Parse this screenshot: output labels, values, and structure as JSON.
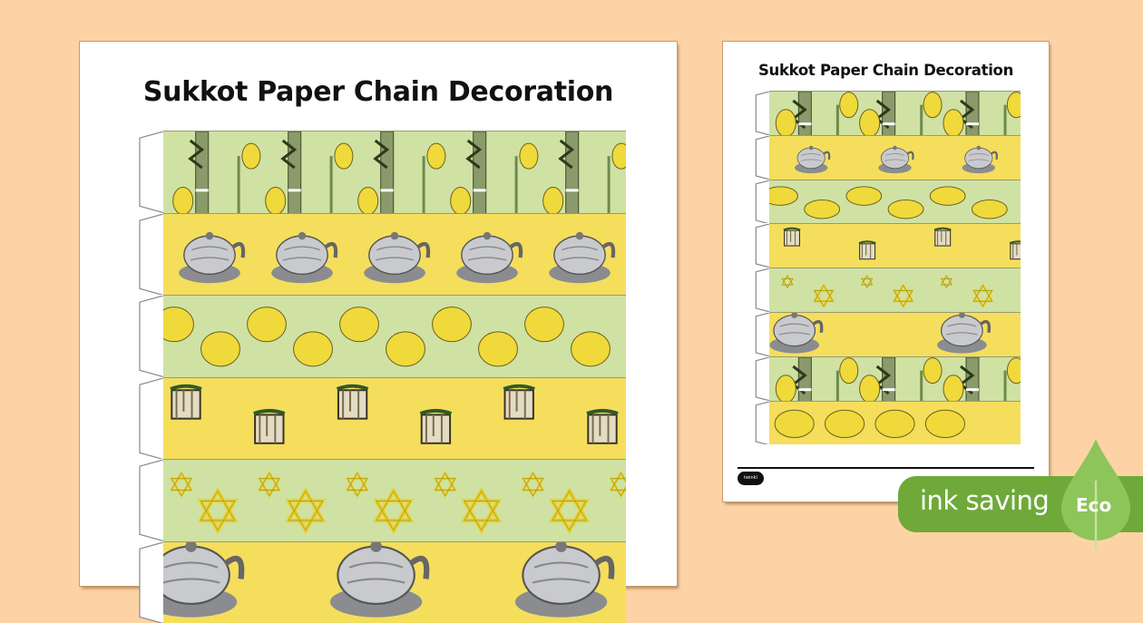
{
  "large_page": {
    "title": "Sukkot Paper Chain Decoration",
    "strips": [
      {
        "pattern": "lulav-and-etrog",
        "color": "green"
      },
      {
        "pattern": "silver-etrog-box",
        "color": "yellow"
      },
      {
        "pattern": "etrog-fruits",
        "color": "green"
      },
      {
        "pattern": "sukkah-huts",
        "color": "yellow"
      },
      {
        "pattern": "star-of-david",
        "color": "green"
      },
      {
        "pattern": "silver-etrog-box-large",
        "color": "yellow"
      }
    ]
  },
  "small_page": {
    "title": "Sukkot Paper Chain Decoration",
    "strips": [
      {
        "pattern": "lulav-and-etrog",
        "color": "green"
      },
      {
        "pattern": "silver-etrog-box",
        "color": "yellow"
      },
      {
        "pattern": "etrog-fruits",
        "color": "green"
      },
      {
        "pattern": "sukkah-huts",
        "color": "yellow"
      },
      {
        "pattern": "star-of-david",
        "color": "green"
      },
      {
        "pattern": "silver-etrog-box-large",
        "color": "yellow"
      },
      {
        "pattern": "lulav-scattered",
        "color": "green"
      },
      {
        "pattern": "etrog-row",
        "color": "yellow"
      }
    ],
    "footer_logo": "twinkl"
  },
  "badge": {
    "text": "ink saving",
    "label": "Eco",
    "icon": "leaf-icon"
  },
  "colors": {
    "background": "#FDD3A6",
    "strip_green": "#CFE2A3",
    "strip_yellow": "#F5DE5C",
    "badge_green": "#6EA93A",
    "leaf_green": "#8DC55A"
  }
}
